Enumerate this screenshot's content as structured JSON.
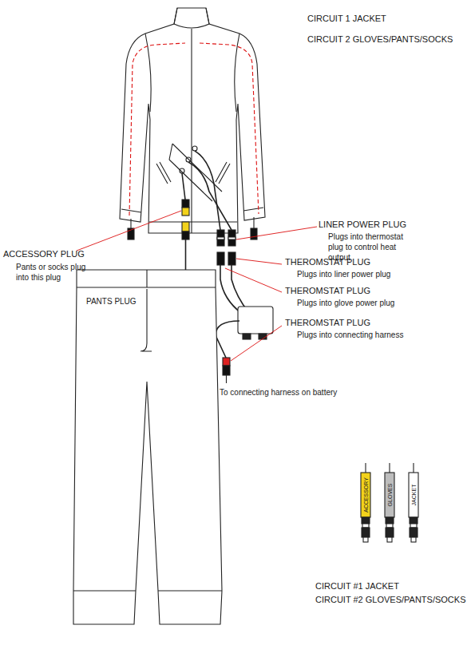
{
  "diagram": {
    "labels": [
      "CIRCUIT 1 JACKET",
      "CIRCUIT 2 GLOVES/PANTS/SOCKS",
      "LINER POWER PLUG",
      "Plugs into thermostat plug to control heat output",
      "ACCESSORY PLUG",
      "Pants or socks plug into this plug",
      "PANTS PLUG",
      "THEROMSTAT PLUG",
      "Plugs into liner power plug",
      "THEROMSTAT PLUG",
      "Plugs into glove power plug",
      "THEROMSTAT PLUG",
      "Plugs into connecting harness",
      "To connecting harness on battery",
      "ACCESSORY",
      "GLOVES",
      "JACKET",
      "CIRCUIT #1 JACKET",
      "CIRCUIT #2 GLOVES/PANTS/SOCKS"
    ]
  }
}
